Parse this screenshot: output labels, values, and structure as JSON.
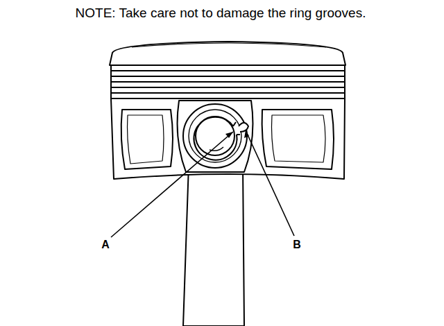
{
  "diagram": {
    "labels": [
      "NOTE: Take care not to damage the ring grooves.",
      "A",
      "B"
    ]
  }
}
